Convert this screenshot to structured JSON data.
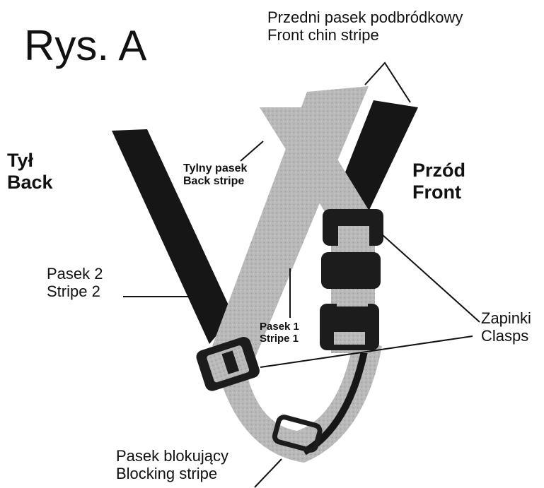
{
  "figure": {
    "title": "Rys. A"
  },
  "labels": {
    "front_chin": {
      "pl": "Przedni pasek podbródkowy",
      "en": "Front chin stripe"
    },
    "back_side": {
      "pl": "Tył",
      "en": "Back"
    },
    "front_side": {
      "pl": "Przód",
      "en": "Front"
    },
    "back_stripe": {
      "pl": "Tylny pasek",
      "en": "Back stripe"
    },
    "stripe_2": {
      "pl": "Pasek 2",
      "en": "Stripe 2"
    },
    "stripe_1": {
      "pl": "Pasek 1",
      "en": "Stripe 1"
    },
    "clasps": {
      "pl": "Zapinki",
      "en": "Clasps"
    },
    "blocking": {
      "pl": "Pasek blokujący",
      "en": "Blocking stripe"
    }
  },
  "colors": {
    "dark_strap": "#161616",
    "light_strap": "#b8b8b8",
    "buckle": "#1c1c1c",
    "leader_line": "#111111"
  }
}
